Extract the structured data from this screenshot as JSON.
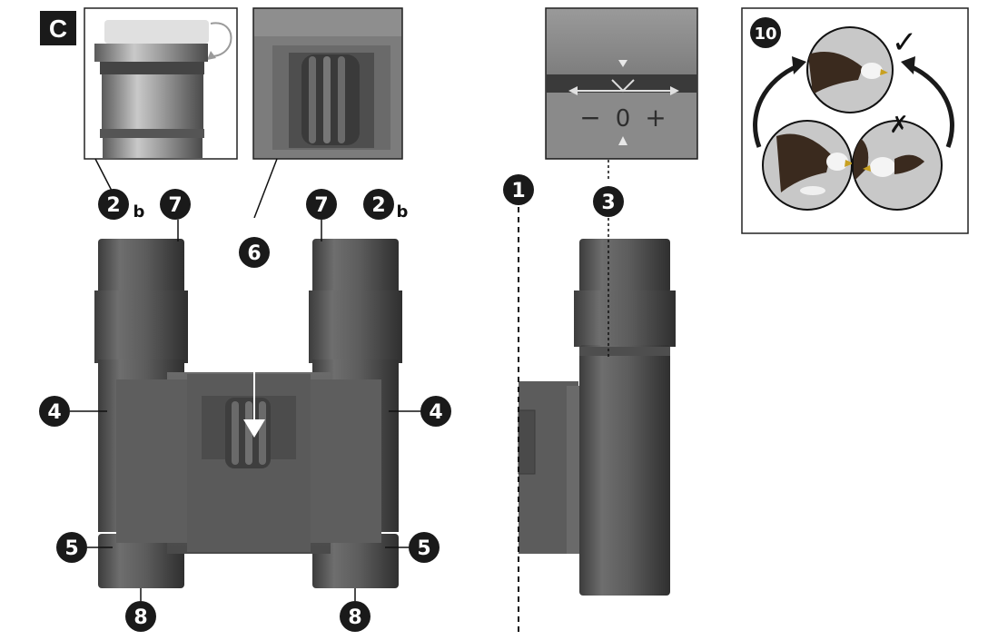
{
  "section_label": "C",
  "callouts": {
    "eyecup_left": "2",
    "eyecup_left_suffix": "b",
    "strap_left": "7",
    "focus": "6",
    "strap_right": "7",
    "eyecup_right": "2",
    "eyecup_right_suffix": "b",
    "body_left": "4",
    "body_right": "4",
    "obj_left": "5",
    "obj_right": "5",
    "base_left": "8",
    "base_right": "8",
    "axis": "1",
    "diopter": "3",
    "adjust": "10"
  },
  "diopter_scale": {
    "minus": "−",
    "zero": "0",
    "plus": "+"
  },
  "marks": {
    "correct": "✓",
    "incorrect": "✗"
  },
  "colors": {
    "ink": "#111111",
    "body": "#5a5a5a",
    "body_dark": "#3e3e3e",
    "inset_bg": "#8c8c8c",
    "sky": "#c8c8c8"
  }
}
